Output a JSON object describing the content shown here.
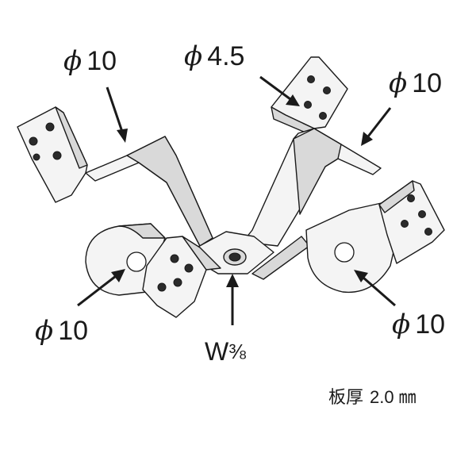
{
  "labels": {
    "hole_top_left": {
      "phi": "ϕ",
      "value": "10"
    },
    "hole_top_center": {
      "phi": "ϕ",
      "value": "4.5"
    },
    "hole_top_right": {
      "phi": "ϕ",
      "value": "10"
    },
    "hole_bottom_left": {
      "phi": "ϕ",
      "value": "10"
    },
    "hole_bottom_right": {
      "phi": "ϕ",
      "value": "10"
    },
    "nut_thread": {
      "main": "W",
      "fraction": "⅜"
    }
  },
  "note": {
    "prefix": "板厚",
    "value": "2.0",
    "unit": "㎜"
  }
}
